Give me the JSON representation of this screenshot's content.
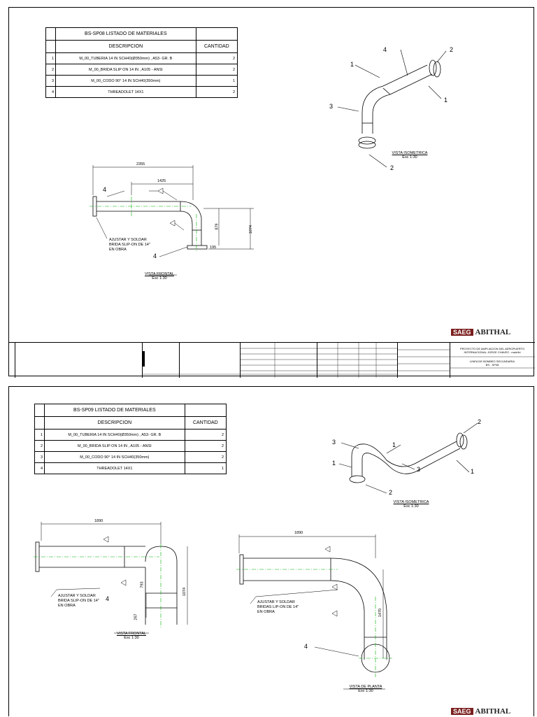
{
  "sheet1": {
    "bom_title": "BS-SP08 LISTADO DE MATERIALES",
    "col_desc": "DESCRIPCION",
    "col_qty": "CANTIDAD",
    "rows": [
      {
        "n": "1",
        "desc": "M_00_TUBERIA 14 IN SCH40(Ø350mm) , A53- GR. B",
        "qty": "2"
      },
      {
        "n": "2",
        "desc": "M_00_BRIDA SLIP ON 14 IN , A105 - ANSI",
        "qty": "2"
      },
      {
        "n": "3",
        "desc": "M_00_CODO 90° 14 IN SCH40(350mm)",
        "qty": "1"
      },
      {
        "n": "4",
        "desc": "THREADOLET 14X1",
        "qty": "2"
      }
    ],
    "iso_title": "VISTA ISOMETRICA",
    "iso_scale": "Esc 1:30",
    "front_title": "VISTA FRONTAL",
    "front_scale": "Esc 1:30",
    "note": [
      "AJUSTAR Y SOLDAR",
      "BRIDA SLIP-ON DE 14\"",
      "EN OBRA"
    ],
    "dims": {
      "d1": "2355",
      "d2": "1425",
      "d3": "879",
      "d4": "1074",
      "d5": "195"
    },
    "iso_callouts": [
      "4",
      "2",
      "1",
      "1",
      "3",
      "2"
    ],
    "front_callouts": [
      "4",
      "4"
    ],
    "project": [
      "PROYECTO DE AMPLIACION DEL AEROPUERTO",
      "INTERNACIONAL JORGE CHAVEZ - main3d"
    ],
    "plan": [
      "LINEA DE BOMBEO SECUNDARIA",
      "BS - SP08"
    ]
  },
  "sheet2": {
    "bom_title": "BS-SP09 LISTADO DE MATERIALES",
    "col_desc": "DESCRIPCION",
    "col_qty": "CANTIDAD",
    "rows": [
      {
        "n": "1",
        "desc": "M_00_TUBERIA 14 IN SCH40(Ø350mm) , A53- GR. B",
        "qty": "2"
      },
      {
        "n": "2",
        "desc": "M_00_BRIDA SLIP ON 14 IN , A105 - ANSI",
        "qty": "2"
      },
      {
        "n": "3",
        "desc": "M_00_CODO 90° 14 IN SCH40(350mm)",
        "qty": "2"
      },
      {
        "n": "4",
        "desc": "THREADOLET 14X1",
        "qty": "1"
      }
    ],
    "iso_title": "VISTA ISOMETRICA",
    "iso_scale": "Esc 1:30",
    "front_title": "VISTA FRONTAL",
    "front_scale": "Esc 1:30",
    "plan_title": "VISTA DE PLANTA",
    "plan_scale": "Esc 1:30",
    "note_front": [
      "AJUSTAR Y SOLDAR",
      "BRIDA SLIP-ON DE 14\"",
      "EN OBRA"
    ],
    "note_plan": [
      "AJUSTAR Y SOLDAR",
      "BRIDAS LIP-ON DE 14\"",
      "EN OBRA"
    ],
    "dims": {
      "f1": "1890",
      "f2": "793",
      "f3": "1074",
      "f4": "267",
      "p1": "1890",
      "p2": "1470"
    },
    "iso_callouts": [
      "3",
      "1",
      "2",
      "1",
      "3",
      "1",
      "2"
    ],
    "front_callouts": [
      "4"
    ],
    "plan_callouts": [
      "4"
    ]
  },
  "logo": {
    "brand1": "SAEG",
    "brand2": "ABITHAL"
  },
  "colors": {
    "centerline": "#00b000",
    "line": "#000000",
    "saeg": "#7a1e1e"
  }
}
